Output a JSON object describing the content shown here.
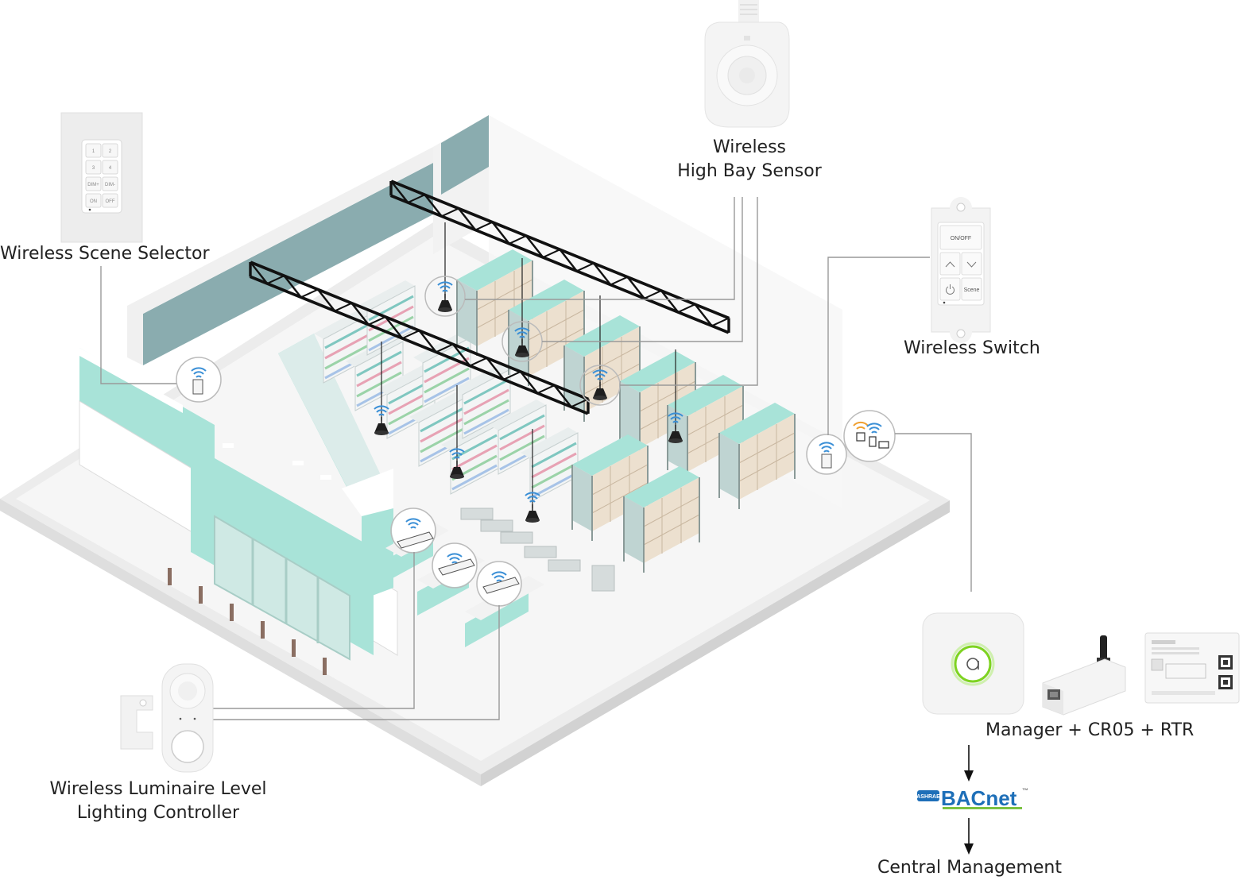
{
  "labels": {
    "scene_selector": "Wireless Scene Selector",
    "high_bay_sensor_line1": "Wireless",
    "high_bay_sensor_line2": "High Bay Sensor",
    "wireless_switch": "Wireless Switch",
    "manager": "Manager + CR05 + RTR",
    "llc_line1": "Wireless Luminaire Level",
    "llc_line2": "Lighting Controller",
    "central_management": "Central Management"
  },
  "scene_selector_keys": [
    "1",
    "2",
    "3",
    "4",
    "DIM+",
    "DIM-",
    "ON",
    "OFF"
  ],
  "switch_buttons": {
    "on_off": "ON/OFF",
    "scene": "Scene"
  },
  "bacnet": {
    "badge": "ASHRAE",
    "word": "BACnet",
    "tm": "™"
  },
  "colors": {
    "teal_wall": "#8aacaf",
    "mint": "#a8e3d8",
    "wifi_blue": "#3a8fd6",
    "wifi_orange": "#f0a030",
    "manager_green": "#7ed321",
    "bacnet_blue": "#1e6fb8",
    "bacnet_green": "#7cc242",
    "line_gray": "#999999"
  },
  "icons": [
    "wifi-icon",
    "arrow-down-icon",
    "chevron-up-icon",
    "chevron-down-icon",
    "power-icon"
  ]
}
